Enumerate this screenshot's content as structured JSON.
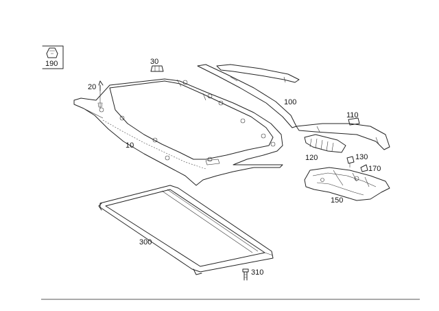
{
  "diagram": {
    "callouts": {
      "p10": "10",
      "p20": "20",
      "p30": "30",
      "p100": "100",
      "p110": "110",
      "p120": "120",
      "p130": "130",
      "p150": "150",
      "p170": "170",
      "p190": "190",
      "p300": "300",
      "p310": "310"
    },
    "colors": {
      "line": "#222222",
      "background": "#ffffff"
    }
  }
}
